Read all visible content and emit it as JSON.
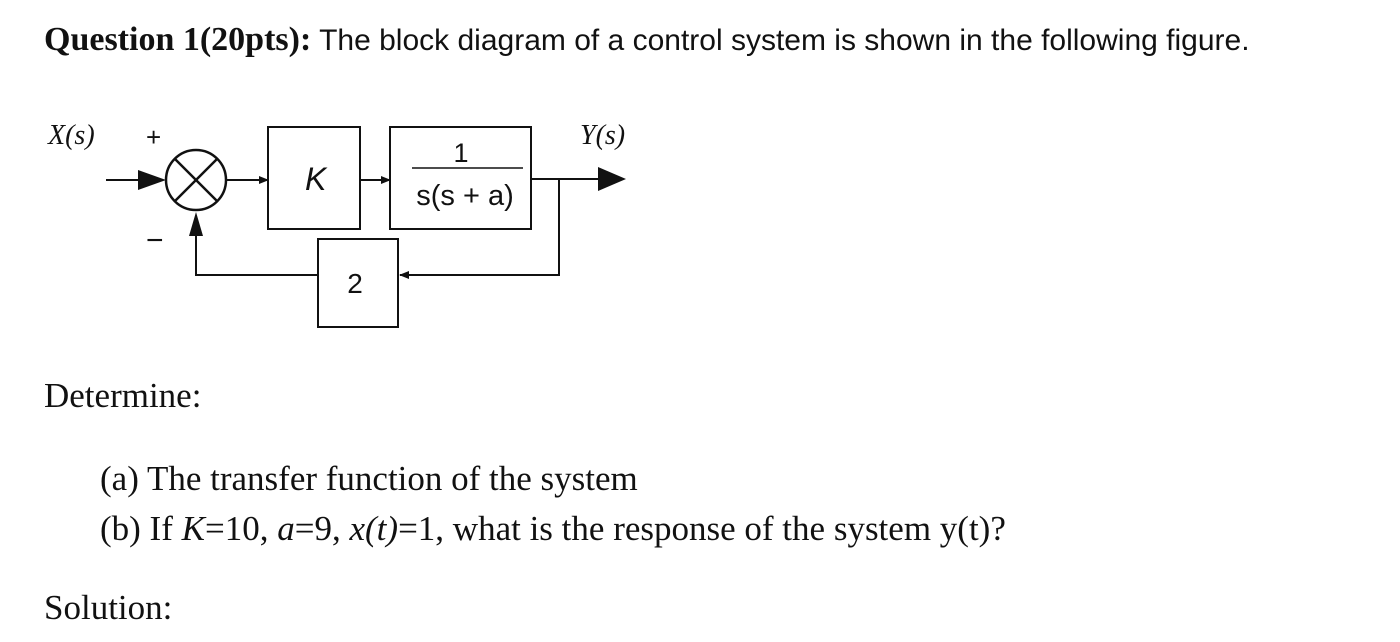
{
  "question": {
    "label": "Question 1(20pts):",
    "text": " The block diagram of a control system is shown in the following figure."
  },
  "diagram": {
    "input_label": "X(s)",
    "output_label": "Y(s)",
    "plus_sign": "+",
    "minus_sign": "−",
    "forward_gain": "K",
    "plant_numerator": "1",
    "plant_denominator": "s(s + a)",
    "feedback_gain": "2"
  },
  "determine": "Determine:",
  "parts": {
    "a": {
      "text": "(a) The transfer function of the system"
    },
    "b": {
      "prefix": "(b) If ",
      "K_symbol": "K",
      "K_value": "=10, ",
      "a_symbol": "a",
      "a_value": "=9, ",
      "x_symbol": "x(t)",
      "x_value": "=1, what is the response of the system y(t)?"
    }
  },
  "solution": "Solution:"
}
